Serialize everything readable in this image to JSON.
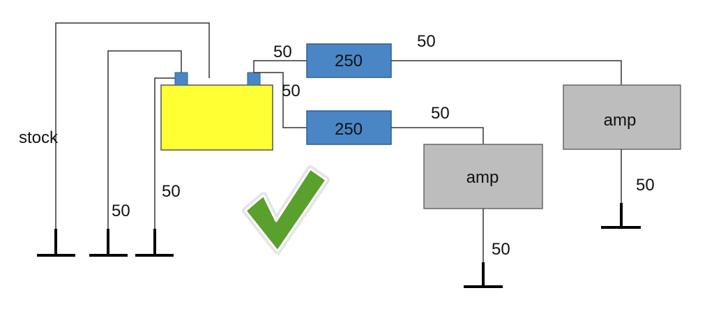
{
  "labels": {
    "stock": "stock",
    "wire_top_right": "50",
    "wire_fuse_top": "50",
    "wire_fuse_bottom": "50",
    "wire_amp_left_in": "50",
    "wire_amp_right_ground": "50",
    "wire_amp_left_ground": "50",
    "wire_ground_mid": "50",
    "wire_ground_right": "50"
  },
  "fuses": {
    "top": "250",
    "bottom": "250"
  },
  "amps": {
    "left": "amp",
    "right": "amp"
  },
  "colors": {
    "battery_fill": "#ffff33",
    "battery_terminal": "#4a86c6",
    "fuse_fill": "#4a86c6",
    "amp_fill": "#bdbdbd",
    "check_green": "#5aa02c",
    "wire": "#333333"
  },
  "icons": {
    "check": "check-icon",
    "ground": "ground-icon"
  }
}
